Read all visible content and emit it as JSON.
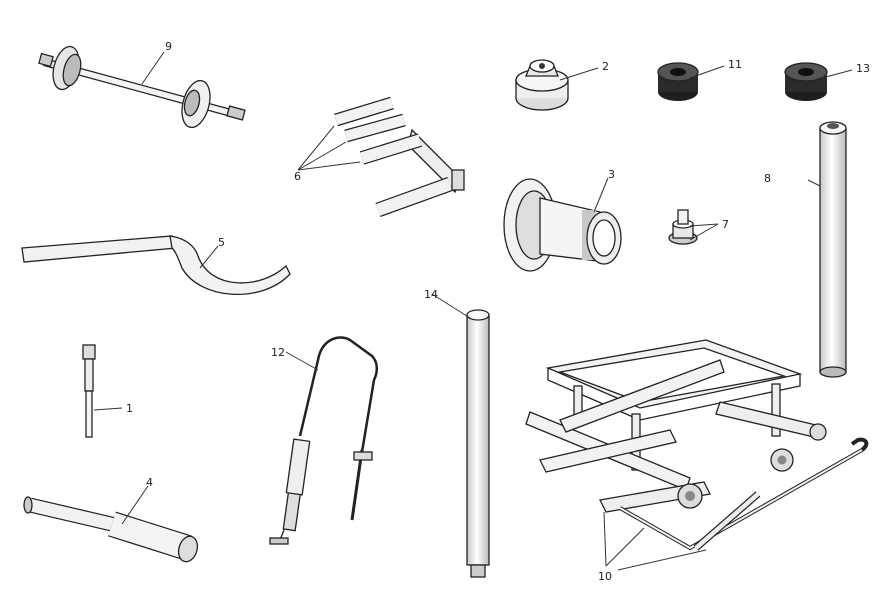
{
  "callouts": [
    {
      "id": "1",
      "text": "1"
    },
    {
      "id": "2",
      "text": "2"
    },
    {
      "id": "3",
      "text": "3"
    },
    {
      "id": "4",
      "text": "4"
    },
    {
      "id": "5",
      "text": "5"
    },
    {
      "id": "6",
      "text": "6"
    },
    {
      "id": "7",
      "text": "7"
    },
    {
      "id": "8",
      "text": "8"
    },
    {
      "id": "9",
      "text": "9"
    },
    {
      "id": "10",
      "text": "10"
    },
    {
      "id": "11",
      "text": "11"
    },
    {
      "id": "12",
      "text": "12"
    },
    {
      "id": "13",
      "text": "13"
    },
    {
      "id": "14",
      "text": "14"
    }
  ],
  "colors": {
    "line": "#222222",
    "fill_light": "#f2f2f2",
    "fill_mid": "#d8d8d8",
    "fill_dark": "#2a2a2a"
  }
}
